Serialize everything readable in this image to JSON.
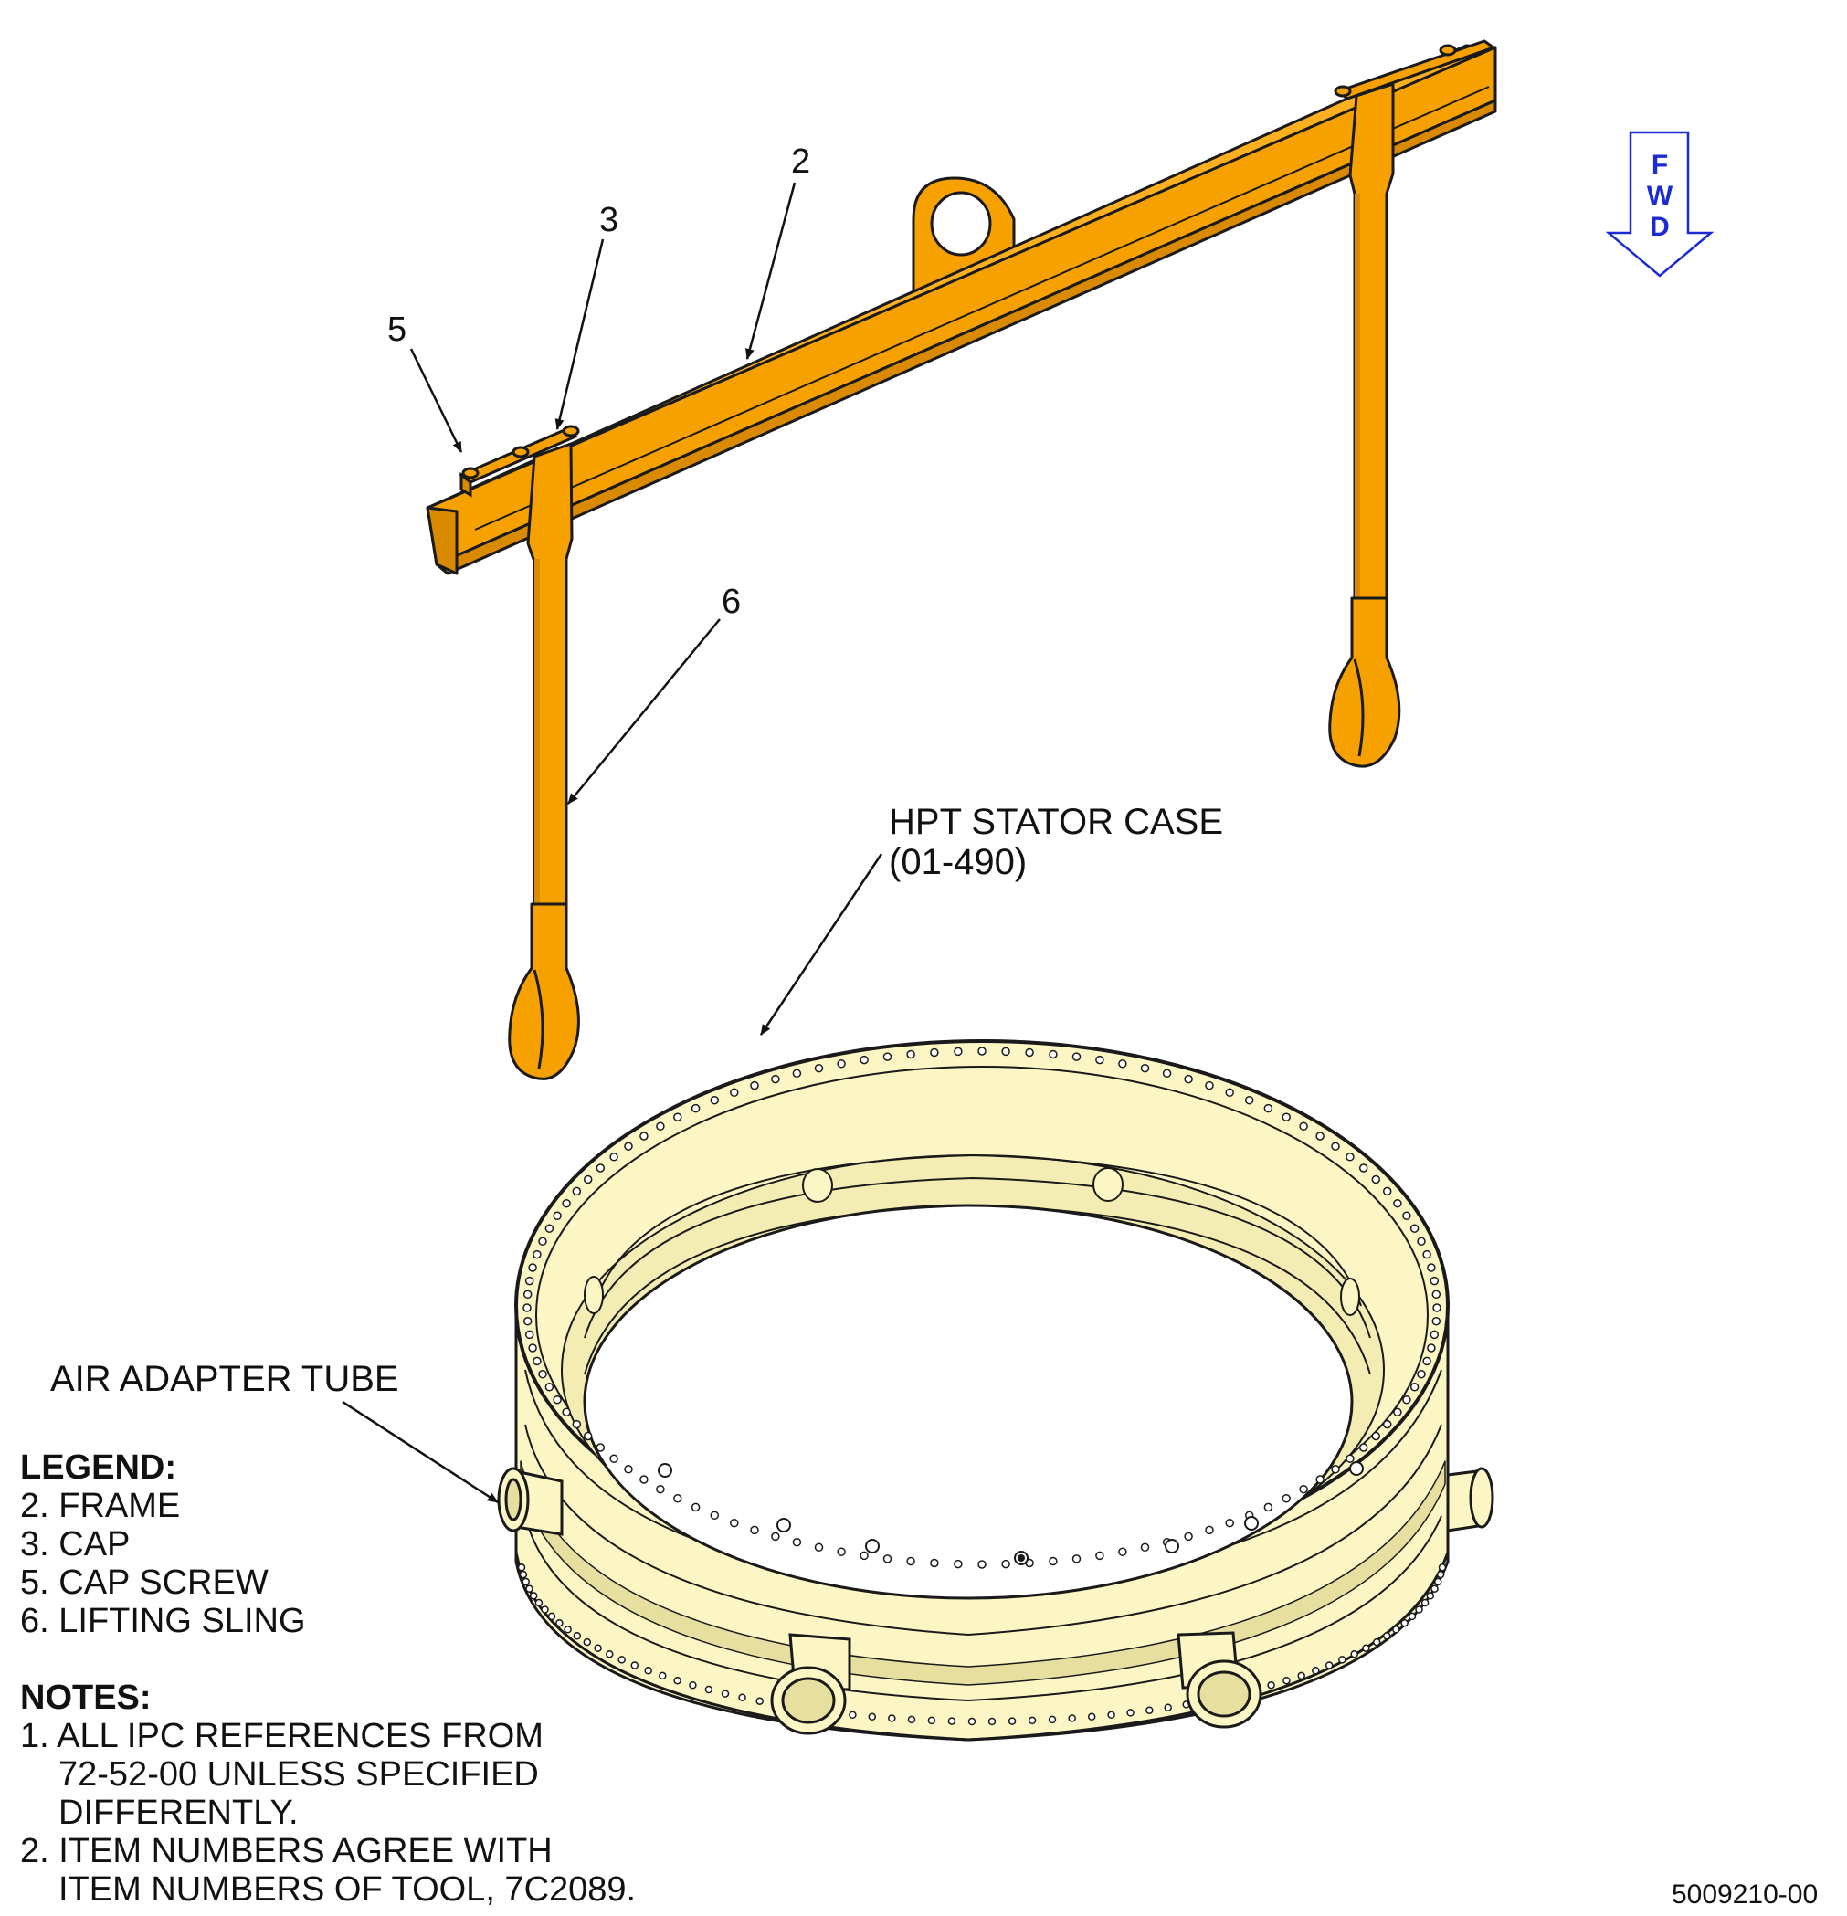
{
  "callouts": {
    "item2": "2",
    "item3": "3",
    "item5": "5",
    "item6": "6"
  },
  "labels": {
    "stator_case_line1": "HPT STATOR CASE",
    "stator_case_line2": "(01-490)",
    "air_adapter_tube": "AIR ADAPTER TUBE"
  },
  "fwd_arrow": {
    "letters": [
      "F",
      "W",
      "D"
    ],
    "color": "#1a2bd4"
  },
  "legend": {
    "heading": "LEGEND:",
    "items": [
      "2. FRAME",
      "3. CAP",
      "5. CAP SCREW",
      "6. LIFTING SLING"
    ]
  },
  "notes": {
    "heading": "NOTES:",
    "note1_line1": "1. ALL IPC REFERENCES FROM",
    "note1_line2": "72-52-00 UNLESS SPECIFIED",
    "note1_line3": "DIFFERENTLY.",
    "note2_line1": "2. ITEM NUMBERS AGREE WITH",
    "note2_line2": "ITEM NUMBERS OF TOOL, 7C2089."
  },
  "figure_id": "5009210-00",
  "colors": {
    "frame_orange": "#f7a100",
    "frame_shade": "#d98a00",
    "case_cream": "#fbf6c4",
    "case_shade": "#e6dfa0",
    "outline": "#1a1a1a"
  }
}
